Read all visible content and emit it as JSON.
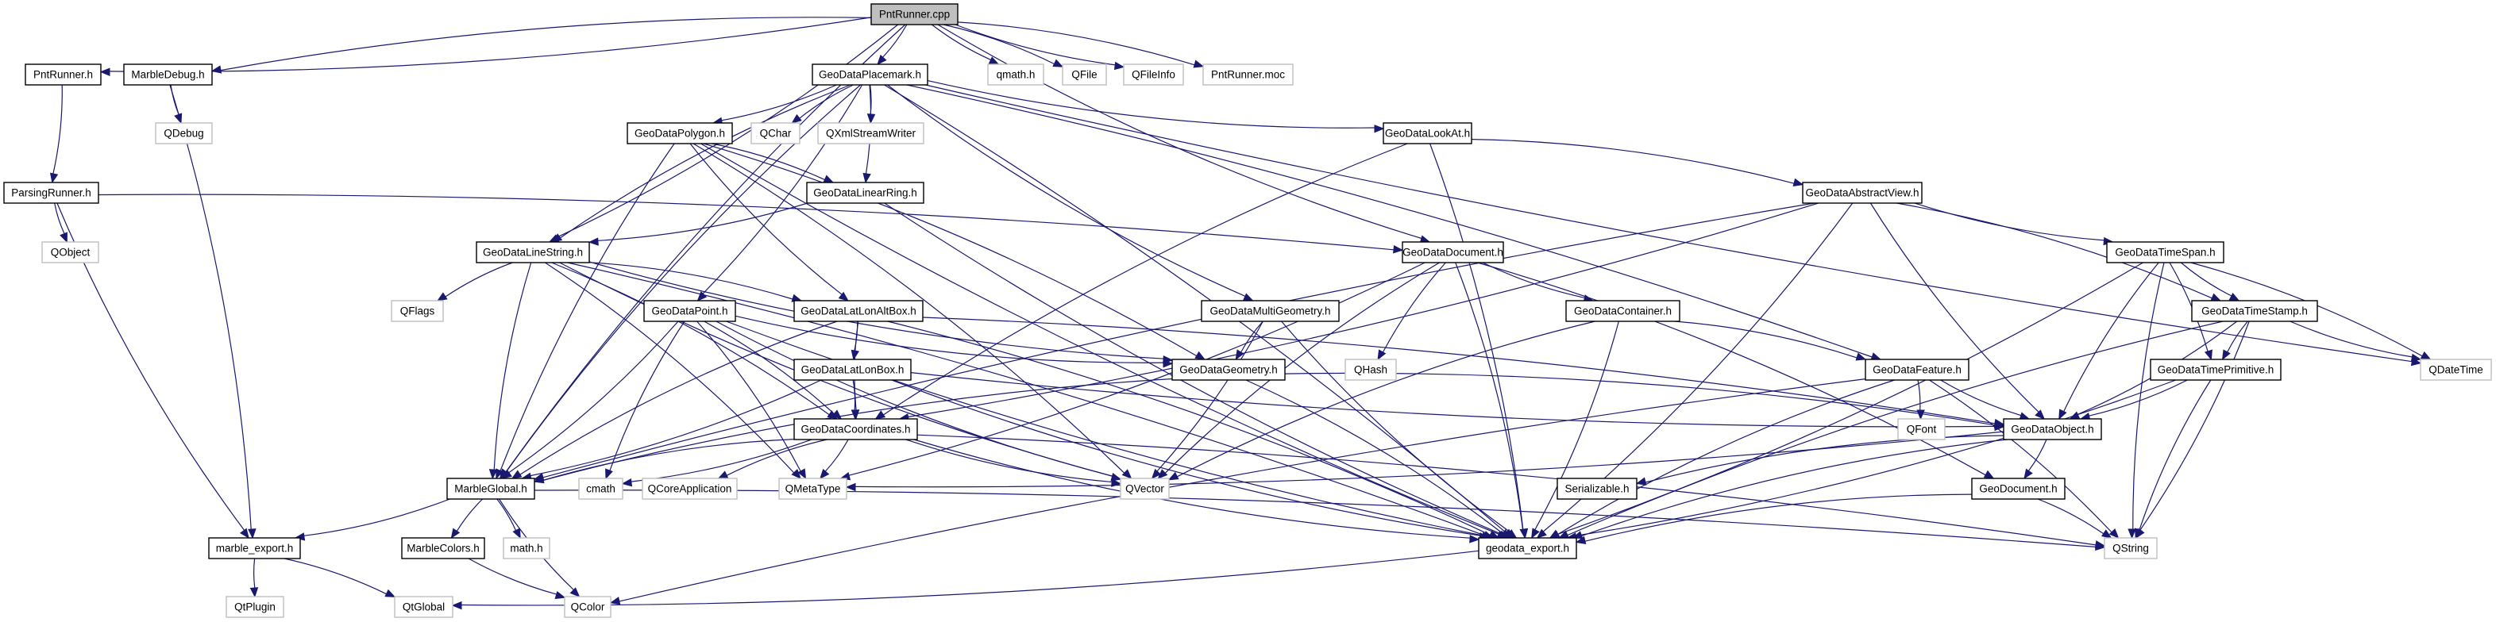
{
  "diagram": {
    "title": "PntRunner.cpp include dependency graph",
    "colors": {
      "edge": "#191970",
      "root_fill": "#bfbfbf",
      "documented_border": "#000000",
      "external_border": "#bfbfbf"
    },
    "nodes": [
      {
        "id": "PntRunner.cpp",
        "label": "PntRunner.cpp",
        "kind": "root"
      },
      {
        "id": "PntRunner.h",
        "label": "PntRunner.h",
        "kind": "doc"
      },
      {
        "id": "MarbleDebug.h",
        "label": "MarbleDebug.h",
        "kind": "doc"
      },
      {
        "id": "GeoDataPlacemark.h",
        "label": "GeoDataPlacemark.h",
        "kind": "doc"
      },
      {
        "id": "qmath.h",
        "label": "qmath.h",
        "kind": "ext"
      },
      {
        "id": "QFile",
        "label": "QFile",
        "kind": "ext"
      },
      {
        "id": "QFileInfo",
        "label": "QFileInfo",
        "kind": "ext"
      },
      {
        "id": "PntRunner.moc",
        "label": "PntRunner.moc",
        "kind": "ext"
      },
      {
        "id": "QDebug",
        "label": "QDebug",
        "kind": "ext"
      },
      {
        "id": "GeoDataPolygon.h",
        "label": "GeoDataPolygon.h",
        "kind": "doc"
      },
      {
        "id": "QChar",
        "label": "QChar",
        "kind": "ext"
      },
      {
        "id": "QXmlStreamWriter",
        "label": "QXmlStreamWriter",
        "kind": "ext"
      },
      {
        "id": "GeoDataLookAt.h",
        "label": "GeoDataLookAt.h",
        "kind": "doc"
      },
      {
        "id": "ParsingRunner.h",
        "label": "ParsingRunner.h",
        "kind": "doc"
      },
      {
        "id": "GeoDataLinearRing.h",
        "label": "GeoDataLinearRing.h",
        "kind": "doc"
      },
      {
        "id": "GeoDataAbstractView.h",
        "label": "GeoDataAbstractView.h",
        "kind": "doc"
      },
      {
        "id": "QObject",
        "label": "QObject",
        "kind": "ext"
      },
      {
        "id": "GeoDataLineString.h",
        "label": "GeoDataLineString.h",
        "kind": "doc"
      },
      {
        "id": "GeoDataDocument.h",
        "label": "GeoDataDocument.h",
        "kind": "doc"
      },
      {
        "id": "GeoDataTimeSpan.h",
        "label": "GeoDataTimeSpan.h",
        "kind": "doc"
      },
      {
        "id": "QFlags",
        "label": "QFlags",
        "kind": "ext"
      },
      {
        "id": "GeoDataPoint.h",
        "label": "GeoDataPoint.h",
        "kind": "doc"
      },
      {
        "id": "GeoDataLatLonAltBox.h",
        "label": "GeoDataLatLonAltBox.h",
        "kind": "doc"
      },
      {
        "id": "GeoDataMultiGeometry.h",
        "label": "GeoDataMultiGeometry.h",
        "kind": "doc"
      },
      {
        "id": "GeoDataContainer.h",
        "label": "GeoDataContainer.h",
        "kind": "doc"
      },
      {
        "id": "GeoDataTimeStamp.h",
        "label": "GeoDataTimeStamp.h",
        "kind": "doc"
      },
      {
        "id": "GeoDataLatLonBox.h",
        "label": "GeoDataLatLonBox.h",
        "kind": "doc"
      },
      {
        "id": "GeoDataGeometry.h",
        "label": "GeoDataGeometry.h",
        "kind": "doc"
      },
      {
        "id": "QHash",
        "label": "QHash",
        "kind": "ext"
      },
      {
        "id": "GeoDataFeature.h",
        "label": "GeoDataFeature.h",
        "kind": "doc"
      },
      {
        "id": "GeoDataTimePrimitive.h",
        "label": "GeoDataTimePrimitive.h",
        "kind": "doc"
      },
      {
        "id": "QDateTime",
        "label": "QDateTime",
        "kind": "ext"
      },
      {
        "id": "GeoDataCoordinates.h",
        "label": "GeoDataCoordinates.h",
        "kind": "doc"
      },
      {
        "id": "QFont",
        "label": "QFont",
        "kind": "ext"
      },
      {
        "id": "GeoDataObject.h",
        "label": "GeoDataObject.h",
        "kind": "doc"
      },
      {
        "id": "MarbleGlobal.h",
        "label": "MarbleGlobal.h",
        "kind": "doc"
      },
      {
        "id": "cmath",
        "label": "cmath",
        "kind": "ext"
      },
      {
        "id": "QCoreApplication",
        "label": "QCoreApplication",
        "kind": "ext"
      },
      {
        "id": "QMetaType",
        "label": "QMetaType",
        "kind": "ext"
      },
      {
        "id": "QVector",
        "label": "QVector",
        "kind": "ext"
      },
      {
        "id": "Serializable.h",
        "label": "Serializable.h",
        "kind": "doc"
      },
      {
        "id": "GeoDocument.h",
        "label": "GeoDocument.h",
        "kind": "doc"
      },
      {
        "id": "marble_export.h",
        "label": "marble_export.h",
        "kind": "doc"
      },
      {
        "id": "MarbleColors.h",
        "label": "MarbleColors.h",
        "kind": "doc"
      },
      {
        "id": "math.h",
        "label": "math.h",
        "kind": "ext"
      },
      {
        "id": "geodata_export.h",
        "label": "geodata_export.h",
        "kind": "doc"
      },
      {
        "id": "QString",
        "label": "QString",
        "kind": "ext"
      },
      {
        "id": "QtPlugin",
        "label": "QtPlugin",
        "kind": "ext"
      },
      {
        "id": "QtGlobal",
        "label": "QtGlobal",
        "kind": "ext"
      },
      {
        "id": "QColor",
        "label": "QColor",
        "kind": "ext"
      }
    ],
    "edges": [
      [
        "PntRunner.cpp",
        "PntRunner.h"
      ],
      [
        "PntRunner.cpp",
        "MarbleDebug.h"
      ],
      [
        "PntRunner.cpp",
        "GeoDataPlacemark.h"
      ],
      [
        "PntRunner.cpp",
        "qmath.h"
      ],
      [
        "PntRunner.cpp",
        "QFile"
      ],
      [
        "PntRunner.cpp",
        "QFileInfo"
      ],
      [
        "PntRunner.cpp",
        "PntRunner.moc"
      ],
      [
        "PntRunner.cpp",
        "GeoDataDocument.h"
      ],
      [
        "PntRunner.cpp",
        "GeoDataLineString.h"
      ],
      [
        "PntRunner.cpp",
        "MarbleGlobal.h"
      ],
      [
        "PntRunner.h",
        "ParsingRunner.h"
      ],
      [
        "MarbleDebug.h",
        "QDebug"
      ],
      [
        "MarbleDebug.h",
        "marble_export.h"
      ],
      [
        "ParsingRunner.h",
        "QObject"
      ],
      [
        "ParsingRunner.h",
        "GeoDataDocument.h"
      ],
      [
        "ParsingRunner.h",
        "marble_export.h"
      ],
      [
        "GeoDataPlacemark.h",
        "GeoDataPolygon.h"
      ],
      [
        "GeoDataPlacemark.h",
        "QChar"
      ],
      [
        "GeoDataPlacemark.h",
        "QXmlStreamWriter"
      ],
      [
        "GeoDataPlacemark.h",
        "GeoDataLookAt.h"
      ],
      [
        "GeoDataPlacemark.h",
        "GeoDataLinearRing.h"
      ],
      [
        "GeoDataPlacemark.h",
        "GeoDataLineString.h"
      ],
      [
        "GeoDataPlacemark.h",
        "GeoDataPoint.h"
      ],
      [
        "GeoDataPlacemark.h",
        "GeoDataMultiGeometry.h"
      ],
      [
        "GeoDataPlacemark.h",
        "GeoDataFeature.h"
      ],
      [
        "GeoDataPlacemark.h",
        "QDateTime"
      ],
      [
        "GeoDataPlacemark.h",
        "geodata_export.h"
      ],
      [
        "GeoDataPlacemark.h",
        "MarbleGlobal.h"
      ],
      [
        "GeoDataPolygon.h",
        "GeoDataLinearRing.h"
      ],
      [
        "GeoDataPolygon.h",
        "GeoDataLatLonAltBox.h"
      ],
      [
        "GeoDataPolygon.h",
        "GeoDataGeometry.h"
      ],
      [
        "GeoDataPolygon.h",
        "MarbleGlobal.h"
      ],
      [
        "GeoDataPolygon.h",
        "QVector"
      ],
      [
        "GeoDataPolygon.h",
        "geodata_export.h"
      ],
      [
        "GeoDataLinearRing.h",
        "GeoDataLineString.h"
      ],
      [
        "GeoDataLinearRing.h",
        "geodata_export.h"
      ],
      [
        "GeoDataLookAt.h",
        "GeoDataAbstractView.h"
      ],
      [
        "GeoDataLookAt.h",
        "GeoDataCoordinates.h"
      ],
      [
        "GeoDataLookAt.h",
        "geodata_export.h"
      ],
      [
        "GeoDataAbstractView.h",
        "GeoDataTimeSpan.h"
      ],
      [
        "GeoDataAbstractView.h",
        "GeoDataTimeStamp.h"
      ],
      [
        "GeoDataAbstractView.h",
        "GeoDataObject.h"
      ],
      [
        "GeoDataAbstractView.h",
        "GeoDataCoordinates.h"
      ],
      [
        "GeoDataAbstractView.h",
        "MarbleGlobal.h"
      ],
      [
        "GeoDataAbstractView.h",
        "geodata_export.h"
      ],
      [
        "GeoDataLineString.h",
        "QFlags"
      ],
      [
        "GeoDataLineString.h",
        "GeoDataLatLonAltBox.h"
      ],
      [
        "GeoDataLineString.h",
        "GeoDataGeometry.h"
      ],
      [
        "GeoDataLineString.h",
        "GeoDataCoordinates.h"
      ],
      [
        "GeoDataLineString.h",
        "MarbleGlobal.h"
      ],
      [
        "GeoDataLineString.h",
        "QMetaType"
      ],
      [
        "GeoDataLineString.h",
        "QVector"
      ],
      [
        "GeoDataLineString.h",
        "geodata_export.h"
      ],
      [
        "GeoDataDocument.h",
        "GeoDataContainer.h"
      ],
      [
        "GeoDataDocument.h",
        "GeoDocument.h"
      ],
      [
        "GeoDataDocument.h",
        "QHash"
      ],
      [
        "GeoDataDocument.h",
        "QMetaType"
      ],
      [
        "GeoDataDocument.h",
        "QVector"
      ],
      [
        "GeoDataDocument.h",
        "geodata_export.h"
      ],
      [
        "GeoDataTimeSpan.h",
        "GeoDataTimeStamp.h"
      ],
      [
        "GeoDataTimeSpan.h",
        "GeoDataTimePrimitive.h"
      ],
      [
        "GeoDataTimeSpan.h",
        "GeoDataObject.h"
      ],
      [
        "GeoDataTimeSpan.h",
        "QDateTime"
      ],
      [
        "GeoDataTimeSpan.h",
        "QString"
      ],
      [
        "GeoDataTimeSpan.h",
        "geodata_export.h"
      ],
      [
        "GeoDataPoint.h",
        "GeoDataGeometry.h"
      ],
      [
        "GeoDataPoint.h",
        "GeoDataCoordinates.h"
      ],
      [
        "GeoDataPoint.h",
        "cmath"
      ],
      [
        "GeoDataPoint.h",
        "QMetaType"
      ],
      [
        "GeoDataPoint.h",
        "QVector"
      ],
      [
        "GeoDataPoint.h",
        "MarbleGlobal.h"
      ],
      [
        "GeoDataPoint.h",
        "geodata_export.h"
      ],
      [
        "GeoDataLatLonAltBox.h",
        "GeoDataLatLonBox.h"
      ],
      [
        "GeoDataLatLonAltBox.h",
        "GeoDataCoordinates.h"
      ],
      [
        "GeoDataLatLonAltBox.h",
        "GeoDataObject.h"
      ],
      [
        "GeoDataLatLonAltBox.h",
        "MarbleGlobal.h"
      ],
      [
        "GeoDataLatLonAltBox.h",
        "geodata_export.h"
      ],
      [
        "GeoDataMultiGeometry.h",
        "GeoDataGeometry.h"
      ],
      [
        "GeoDataMultiGeometry.h",
        "QVector"
      ],
      [
        "GeoDataMultiGeometry.h",
        "geodata_export.h"
      ],
      [
        "GeoDataContainer.h",
        "GeoDataFeature.h"
      ],
      [
        "GeoDataContainer.h",
        "QVector"
      ],
      [
        "GeoDataContainer.h",
        "geodata_export.h"
      ],
      [
        "GeoDataTimeStamp.h",
        "GeoDataTimePrimitive.h"
      ],
      [
        "GeoDataTimeStamp.h",
        "GeoDataObject.h"
      ],
      [
        "GeoDataTimeStamp.h",
        "QDateTime"
      ],
      [
        "GeoDataTimeStamp.h",
        "QString"
      ],
      [
        "GeoDataTimeStamp.h",
        "geodata_export.h"
      ],
      [
        "GeoDataLatLonBox.h",
        "GeoDataCoordinates.h"
      ],
      [
        "GeoDataLatLonBox.h",
        "GeoDataObject.h"
      ],
      [
        "GeoDataLatLonBox.h",
        "MarbleGlobal.h"
      ],
      [
        "GeoDataLatLonBox.h",
        "geodata_export.h"
      ],
      [
        "GeoDataGeometry.h",
        "GeoDataObject.h"
      ],
      [
        "GeoDataGeometry.h",
        "MarbleGlobal.h"
      ],
      [
        "GeoDataGeometry.h",
        "geodata_export.h"
      ],
      [
        "GeoDataFeature.h",
        "GeoDataObject.h"
      ],
      [
        "GeoDataFeature.h",
        "QFont"
      ],
      [
        "GeoDataFeature.h",
        "QColor"
      ],
      [
        "GeoDataFeature.h",
        "QString"
      ],
      [
        "GeoDataFeature.h",
        "geodata_export.h"
      ],
      [
        "GeoDataTimePrimitive.h",
        "GeoDataObject.h"
      ],
      [
        "GeoDataTimePrimitive.h",
        "QString"
      ],
      [
        "GeoDataTimePrimitive.h",
        "geodata_export.h"
      ],
      [
        "GeoDataCoordinates.h",
        "MarbleGlobal.h"
      ],
      [
        "GeoDataCoordinates.h",
        "cmath"
      ],
      [
        "GeoDataCoordinates.h",
        "QCoreApplication"
      ],
      [
        "GeoDataCoordinates.h",
        "QMetaType"
      ],
      [
        "GeoDataCoordinates.h",
        "QVector"
      ],
      [
        "GeoDataCoordinates.h",
        "QString"
      ],
      [
        "GeoDataCoordinates.h",
        "geodata_export.h"
      ],
      [
        "GeoDataObject.h",
        "GeoDocument.h"
      ],
      [
        "GeoDataObject.h",
        "Serializable.h"
      ],
      [
        "GeoDataObject.h",
        "QMetaType"
      ],
      [
        "GeoDataObject.h",
        "geodata_export.h"
      ],
      [
        "GeoDocument.h",
        "QString"
      ],
      [
        "GeoDocument.h",
        "geodata_export.h"
      ],
      [
        "MarbleGlobal.h",
        "marble_export.h"
      ],
      [
        "MarbleGlobal.h",
        "MarbleColors.h"
      ],
      [
        "MarbleGlobal.h",
        "math.h"
      ],
      [
        "MarbleGlobal.h",
        "QColor"
      ],
      [
        "MarbleGlobal.h",
        "QString"
      ],
      [
        "marble_export.h",
        "QtPlugin"
      ],
      [
        "marble_export.h",
        "QtGlobal"
      ],
      [
        "MarbleColors.h",
        "QColor"
      ],
      [
        "geodata_export.h",
        "QtGlobal"
      ]
    ]
  }
}
